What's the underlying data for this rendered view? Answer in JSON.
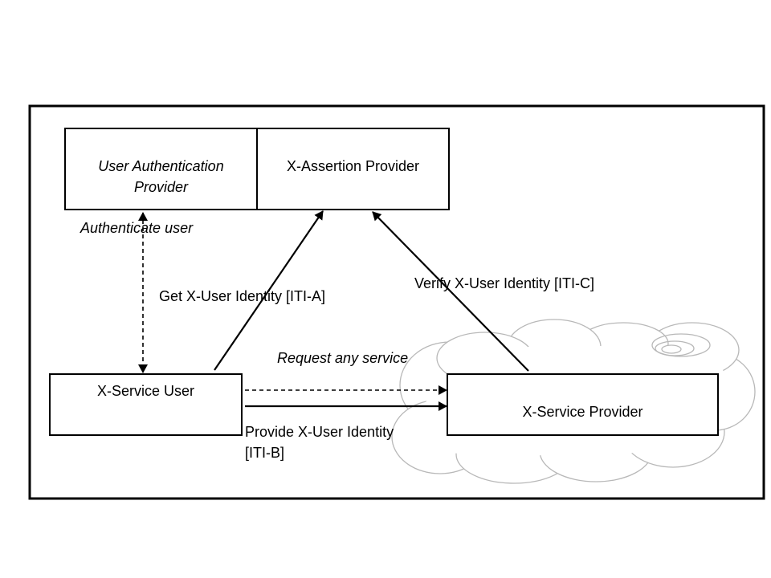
{
  "colors": {
    "stroke": "#000000",
    "background": "#ffffff",
    "cloud_stroke": "#b8b8b8"
  },
  "boxes": {
    "user_auth_provider": {
      "line1": "User Authentication",
      "line2": "Provider"
    },
    "assertion_provider": "X-Assertion Provider",
    "service_user": "X-Service User",
    "service_provider": "X-Service Provider"
  },
  "arrows": {
    "authenticate_user": "Authenticate user",
    "get_identity": "Get X-User Identity [ITI-A]",
    "verify_identity": "Verify X-User Identity [ITI-C]",
    "request_service": "Request any service",
    "provide_identity": {
      "line1": "Provide X-User Identity",
      "line2": "[ITI-B]"
    }
  }
}
